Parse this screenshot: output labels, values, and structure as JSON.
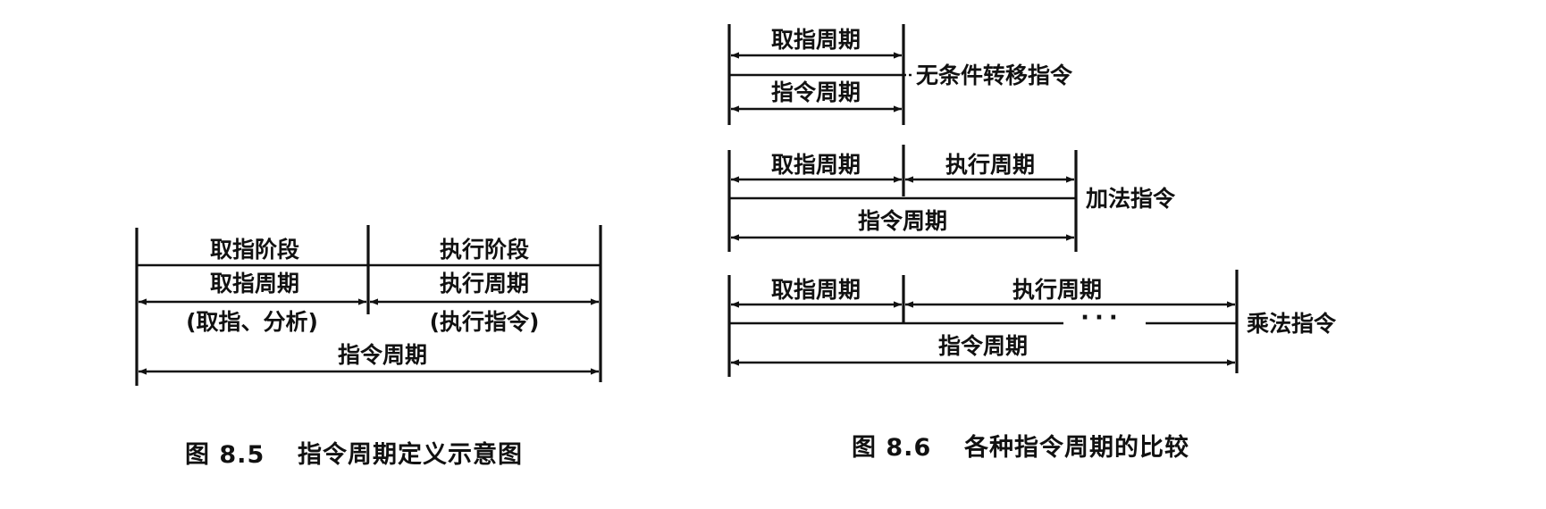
{
  "figure_8_5": {
    "row1_left": "取指阶段",
    "row1_right": "执行阶段",
    "row2_left": "取指周期",
    "row2_right": "执行周期",
    "row3_left": "(取指、分析)",
    "row3_right": "(执行指令)",
    "row4": "指令周期",
    "caption_number": "图 8.5",
    "caption_text": "指令周期定义示意图"
  },
  "figure_8_6": {
    "group_unconditional": {
      "fetch_cycle": "取指周期",
      "instruction_cycle": "指令周期",
      "label": "无条件转移指令"
    },
    "group_add": {
      "fetch_cycle": "取指周期",
      "execute_cycle": "执行周期",
      "instruction_cycle": "指令周期",
      "label": "加法指令"
    },
    "group_multiply": {
      "fetch_cycle": "取指周期",
      "execute_cycle": "执行周期",
      "ellipsis": "···",
      "instruction_cycle": "指令周期",
      "label": "乘法指令"
    },
    "caption_number": "图 8.6",
    "caption_text": "各种指令周期的比较"
  }
}
